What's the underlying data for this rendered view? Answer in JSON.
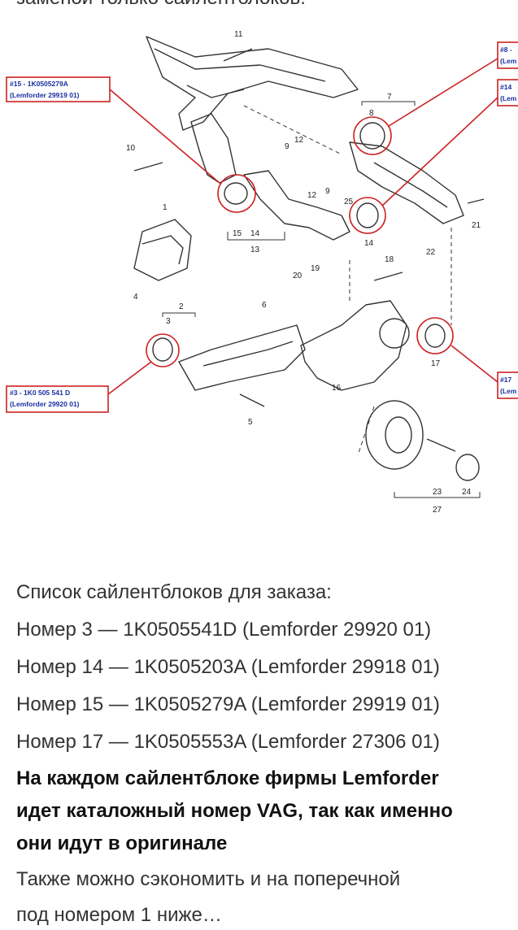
{
  "top_text": "заменой только сайлентблоков.",
  "diagram": {
    "callouts": {
      "c15": {
        "line1": "#15 - 1K0505279A",
        "line2": "(Lemforder 29919 01)"
      },
      "c3": {
        "line1": "#3 - 1K0 505 541 D",
        "line2": "(Lemforder 29920 01)"
      },
      "c8": {
        "line1": "#8 -",
        "line2": "(Lem"
      },
      "c14": {
        "line1": "#14",
        "line2": "(Lem"
      },
      "c17": {
        "line1": "#17",
        "line2": "(Lem"
      }
    },
    "numbers": [
      "11",
      "10",
      "8",
      "7",
      "9",
      "12",
      "12",
      "9",
      "25",
      "1",
      "15",
      "14",
      "13",
      "14",
      "22",
      "21",
      "20",
      "19",
      "4",
      "18",
      "6",
      "3",
      "2",
      "17",
      "16",
      "5",
      "23",
      "24",
      "27"
    ]
  },
  "list": {
    "heading": "Список сайлентблоков для заказа:",
    "items": [
      "Номер 3 — 1K0505541D (Lemforder 29920 01)",
      "Номер 14 — 1K0505203A (Lemforder 29918 01)",
      "Номер 15 — 1K0505279A (Lemforder 29919 01)",
      "Номер 17 — 1K0505553A (Lemforder 27306 01)"
    ]
  },
  "bold_note": [
    "На каждом сайлентблоке фирмы Lemforder",
    "идет каталожный номер VAG, так как именно",
    "они идут в оригинале"
  ],
  "tail": [
    "Также можно сэкономить и на поперечной",
    "под номером 1 ниже…"
  ]
}
